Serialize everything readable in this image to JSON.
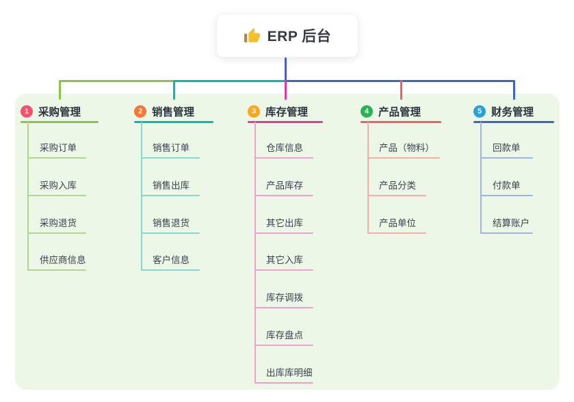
{
  "root": {
    "label": "ERP 后台",
    "icon": "thumbs-up-icon"
  },
  "colors": {
    "canvas_bg": "#ffffff",
    "panel_bg": "#edf7e7",
    "root_connector": "#4a5fc8",
    "root_text": "#333b46",
    "title_text": "#2b333f",
    "child_text": "#39424d",
    "thumb_gold": "#f5c02e",
    "thumb_cuff": "#b08740"
  },
  "branches": [
    {
      "number": "1",
      "title": "采购管理",
      "badge_color": "#f4516c",
      "line_color": "#8bc34a",
      "child_line_color": "#aed68d",
      "children": [
        "采购订单",
        "采购入库",
        "采购退货",
        "供应商信息"
      ]
    },
    {
      "number": "2",
      "title": "销售管理",
      "badge_color": "#f57635",
      "line_color": "#00bdb0",
      "child_line_color": "#85d6ce",
      "children": [
        "销售订单",
        "销售出库",
        "销售退货",
        "客户信息"
      ]
    },
    {
      "number": "3",
      "title": "库存管理",
      "badge_color": "#f8a81b",
      "line_color": "#e03a9d",
      "child_line_color": "#efa0d0",
      "children": [
        "仓库信息",
        "产品库存",
        "其它出库",
        "其它入库",
        "库存调拨",
        "库存盘点",
        "出库库明细"
      ]
    },
    {
      "number": "4",
      "title": "产品管理",
      "badge_color": "#2bb157",
      "line_color": "#f75c5c",
      "child_line_color": "#f8abab",
      "children": [
        "产品（物料）",
        "产品分类",
        "产品单位"
      ]
    },
    {
      "number": "5",
      "title": "财务管理",
      "badge_color": "#2aa0d8",
      "line_color": "#3e63c8",
      "child_line_color": "#9fb3e2",
      "children": [
        "回款单",
        "付款单",
        "结算账户"
      ]
    }
  ]
}
